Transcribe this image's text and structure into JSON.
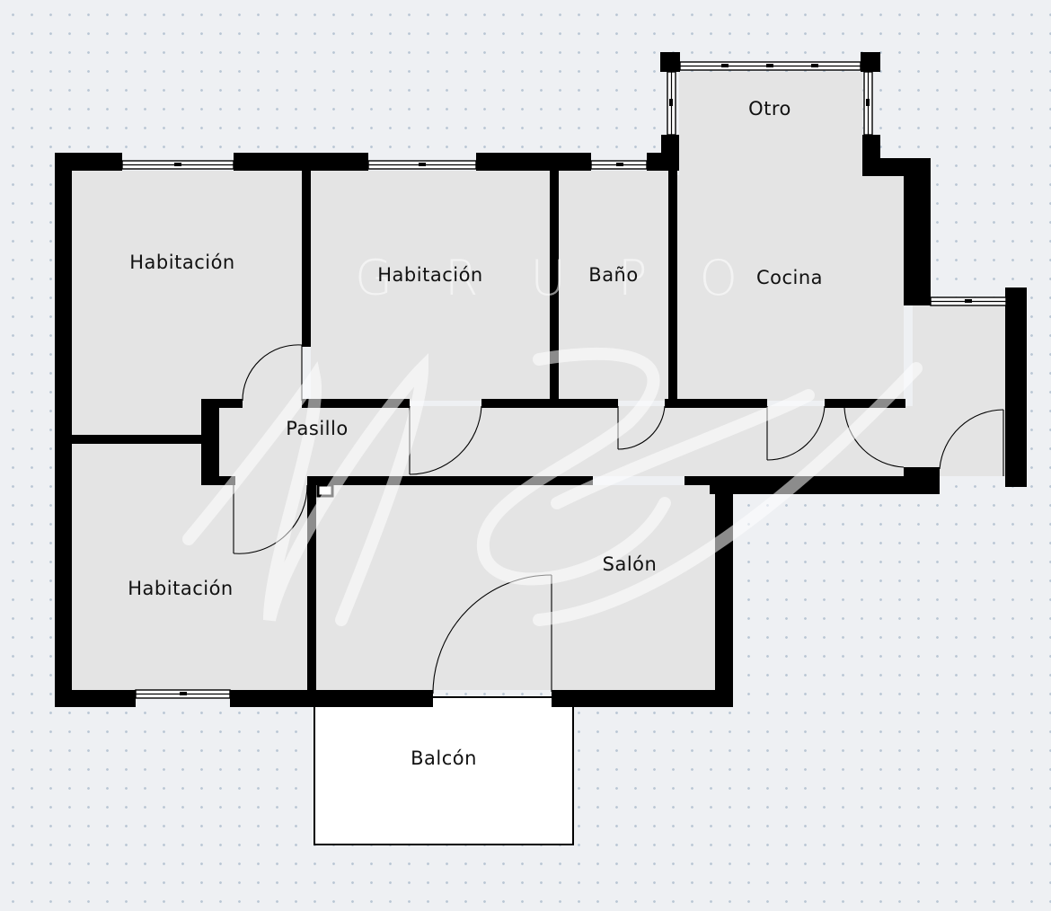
{
  "colors": {
    "room_fill": "#e4e4e4",
    "wall": "#000000",
    "balcony_fill": "#ffffff",
    "grid_dot": "#b9c6d4"
  },
  "watermark": {
    "text": "GRUPO"
  },
  "rooms": {
    "habitacion_1": "Habitación",
    "habitacion_2": "Habitación",
    "habitacion_3": "Habitación",
    "bano": "Baño",
    "cocina": "Cocina",
    "otro": "Otro",
    "pasillo": "Pasillo",
    "salon": "Salón",
    "balcon": "Balcón"
  }
}
